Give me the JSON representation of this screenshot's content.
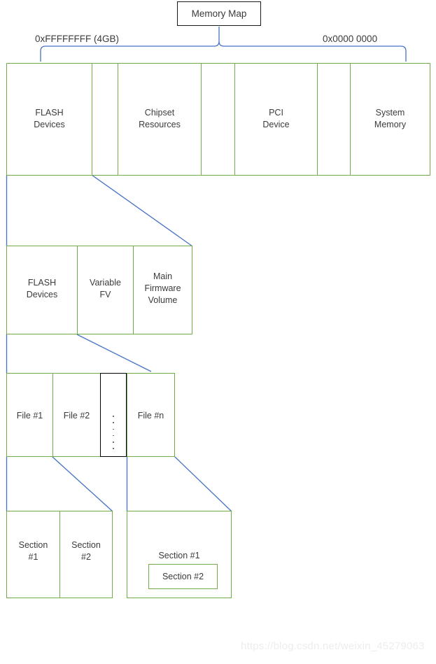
{
  "diagram": {
    "title": "Memory Map",
    "watermark": "https://blog.csdn.net/weixin_45279063",
    "colors": {
      "box_border_green": "#70AD47",
      "box_border_black": "#000000",
      "connector_blue": "#4472C4",
      "text": "#3b3b3b",
      "background": "#ffffff"
    },
    "address_labels": {
      "high": "0xFFFFFFFF (4GB)",
      "low": "0x0000 0000"
    },
    "rows": [
      {
        "name": "memory-map-row",
        "segments": [
          {
            "label": "FLASH\nDevices",
            "border": "green"
          },
          {
            "label": "",
            "border": "green"
          },
          {
            "label": "Chipset\nResources",
            "border": "green"
          },
          {
            "label": "",
            "border": "green"
          },
          {
            "label": "PCI\nDevice",
            "border": "green"
          },
          {
            "label": "",
            "border": "green"
          },
          {
            "label": "System\nMemory",
            "border": "green"
          }
        ]
      },
      {
        "name": "flash-detail-row",
        "segments": [
          {
            "label": "FLASH\nDevices",
            "border": "green"
          },
          {
            "label": "Variable\nFV",
            "border": "green"
          },
          {
            "label": "Main\nFirmware\nVolume",
            "border": "green"
          }
        ]
      },
      {
        "name": "firmware-files-row",
        "segments": [
          {
            "label": "File #1",
            "border": "green"
          },
          {
            "label": "File #2",
            "border": "green"
          },
          {
            "label": "",
            "border": "black"
          },
          {
            "label": "File #n",
            "border": "green"
          }
        ]
      },
      {
        "name": "sections-row",
        "segments": [
          {
            "label": "Section\n#1",
            "border": "green"
          },
          {
            "label": "Section\n#2",
            "border": "green"
          },
          {
            "label": "Section #1",
            "border": "green"
          },
          {
            "label": "Section #2",
            "border": "green"
          }
        ]
      }
    ],
    "ellipsis_dots": 6
  }
}
